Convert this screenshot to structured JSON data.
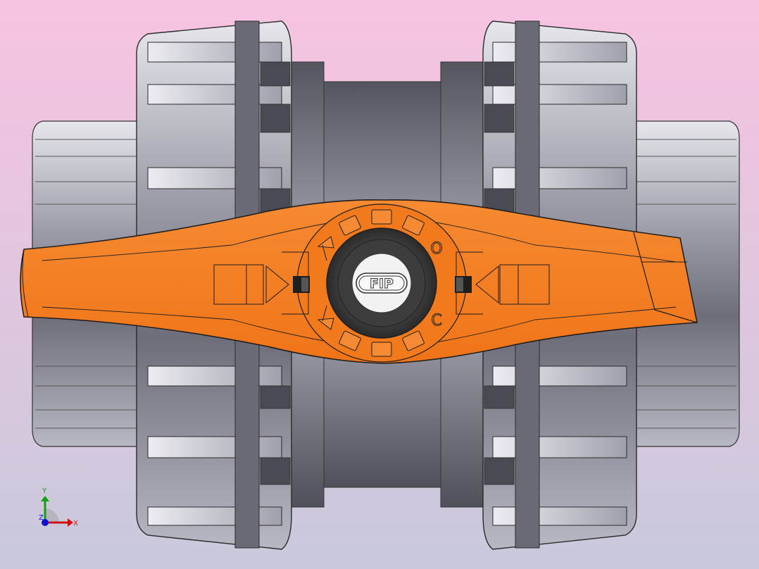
{
  "viewport": {
    "background_top": "#f7c3e0",
    "background_bottom": "#c9c9dc",
    "colors": {
      "handle": "#f47c20",
      "handle_dark": "#c85e10",
      "outline": "#1e1e1e",
      "body_gray": "#8c8c98",
      "body_dark": "#5a5a66",
      "body_light": "#d8d8de",
      "cap_dark": "#3a3a3a",
      "cap_white": "#f0f0f0"
    }
  },
  "valve": {
    "logo_text": "FIP",
    "open_mark": "O",
    "close_mark": "C"
  },
  "triad": {
    "x_label": "X",
    "y_label": "Y",
    "z_label": "Z",
    "x_color": "#d01010",
    "y_color": "#10a010",
    "z_color": "#1010d0"
  }
}
